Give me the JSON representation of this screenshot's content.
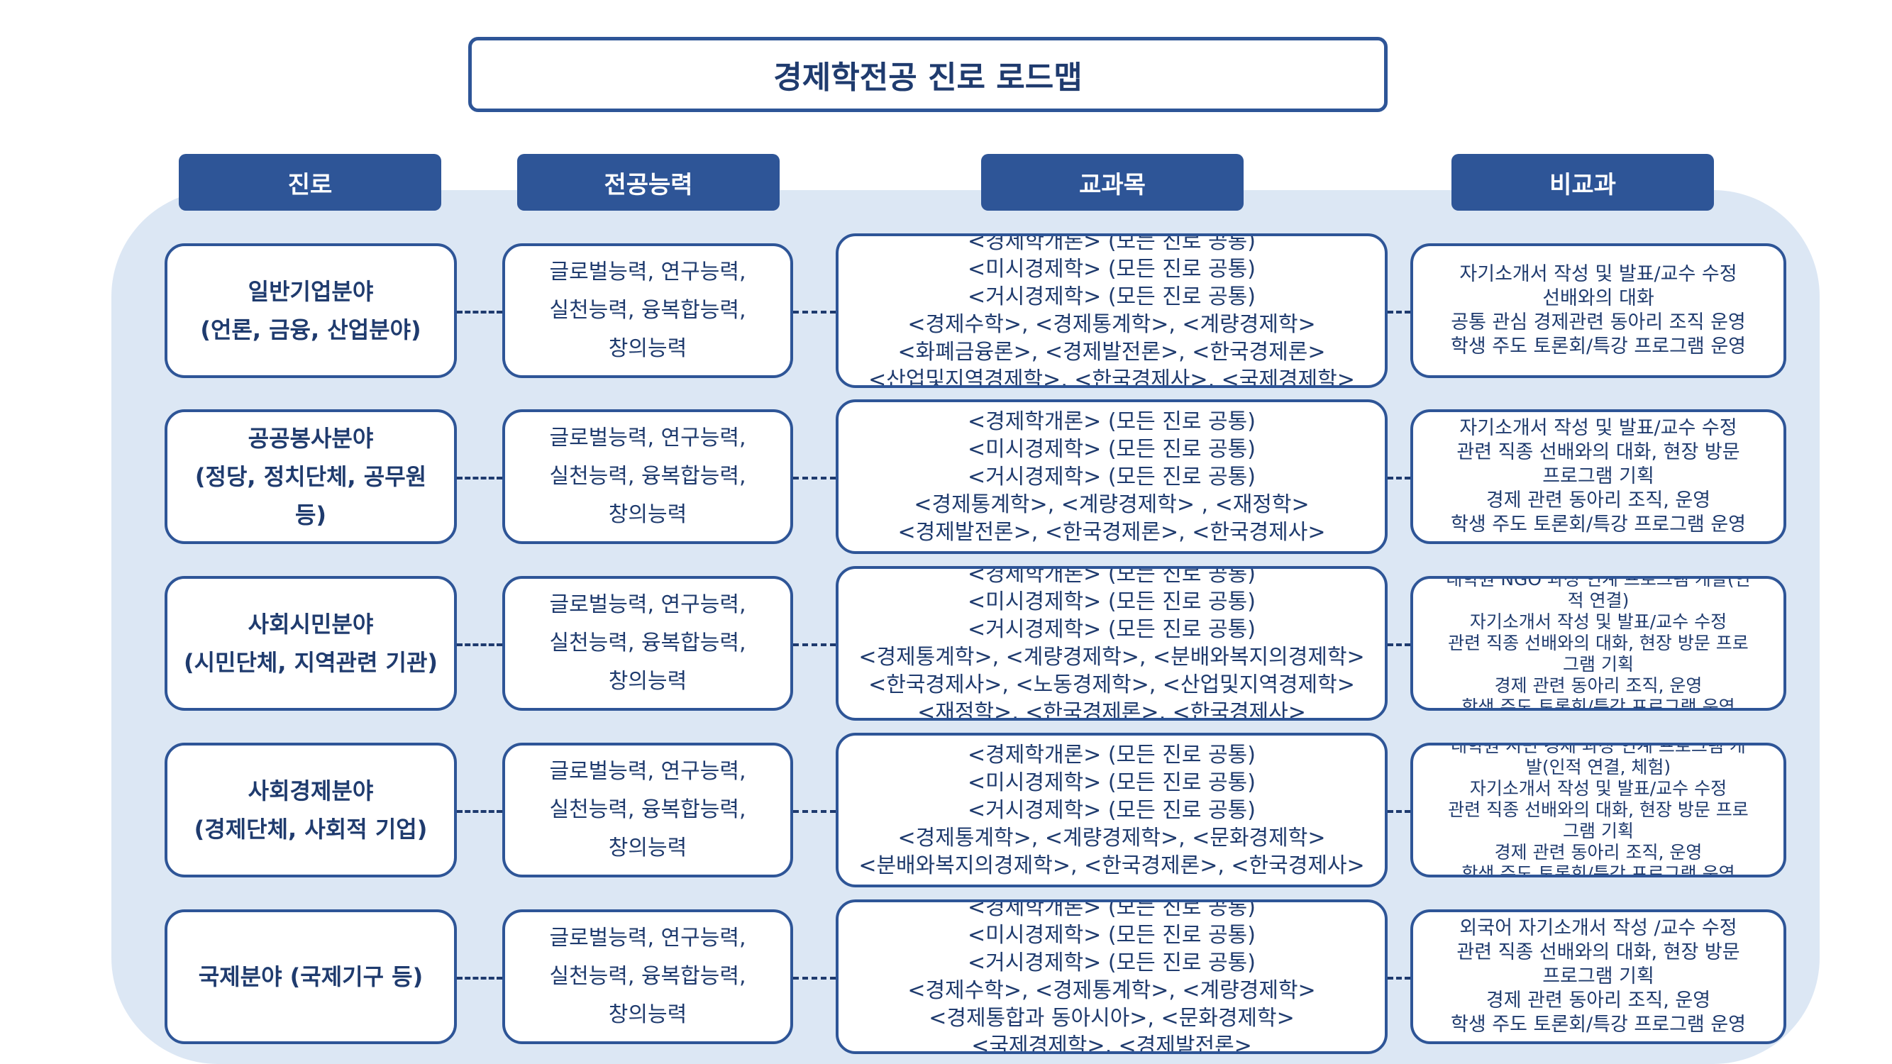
{
  "title": "경제학전공 진로 로드맵",
  "headers": [
    "진로",
    "전공능력",
    "교과목",
    "비교과"
  ],
  "colors": {
    "accent": "#2e5597",
    "panel": "#dce7f4",
    "text": "#1f3b6e"
  },
  "rows": [
    {
      "career": [
        "일반기업분야",
        "(언론, 금융, 산업분야)"
      ],
      "skills": [
        "글로벌능력, 연구능력,",
        "실천능력, 융복합능력,",
        "창의능력"
      ],
      "courses": [
        "<경제학개론> (모든 진로 공통)",
        "<미시경제학> (모든 진로 공통)",
        "<거시경제학> (모든 진로 공통)",
        "<경제수학>, <경제통계학>, <계량경제학>",
        "<화폐금융론>, <경제발전론>, <한국경제론>",
        "<산업및지역경제학>, <한국경제사>, <국제경제학>"
      ],
      "extra": [
        "자기소개서 작성 및 발표/교수 수정",
        "선배와의 대화",
        "공통 관심 경제관련 동아리 조직 운영",
        "학생 주도 토론회/특강 프로그램 운영"
      ]
    },
    {
      "career": [
        "공공봉사분야",
        "(정당, 정치단체, 공무원",
        "등)"
      ],
      "skills": [
        "글로벌능력, 연구능력,",
        "실천능력, 융복합능력,",
        "창의능력"
      ],
      "courses": [
        "<경제학개론> (모든 진로 공통)",
        "<미시경제학> (모든 진로 공통)",
        "<거시경제학> (모든 진로 공통)",
        "<경제통계학>, <계량경제학> , <재정학>",
        "<경제발전론>, <한국경제론>, <한국경제사>"
      ],
      "extra": [
        "자기소개서 작성 및 발표/교수 수정",
        "관련 직종 선배와의 대화, 현장 방문",
        "프로그램 기획",
        "경제 관련 동아리 조직, 운영",
        "학생 주도 토론회/특강 프로그램 운영"
      ]
    },
    {
      "career": [
        "사회시민분야",
        "(시민단체, 지역관련 기관)"
      ],
      "skills": [
        "글로벌능력, 연구능력,",
        "실천능력, 융복합능력,",
        "창의능력"
      ],
      "courses": [
        "<경제학개론> (모든 진로 공통)",
        "<미시경제학> (모든 진로 공통)",
        "<거시경제학> (모든 진로 공통)",
        "<경제통계학>, <계량경제학>, <분배와복지의경제학>",
        "<한국경제사>, <노동경제학>, <산업및지역경제학>",
        "<재정학>, <한국경제론>, <한국경제사>"
      ],
      "extra": [
        "대학원 NGO 과정 연계 프로그램 개발(인",
        "적 연결)",
        "자기소개서 작성 및 발표/교수 수정",
        "관련 직종 선배와의 대화, 현장 방문 프로",
        "그램 기획",
        "경제 관련 동아리 조직, 운영",
        "학생 주도 토론회/특강 프로그램 운영"
      ]
    },
    {
      "career": [
        "사회경제분야",
        "(경제단체, 사회적 기업)"
      ],
      "skills": [
        "글로벌능력, 연구능력,",
        "실천능력, 융복합능력,",
        "창의능력"
      ],
      "courses": [
        "<경제학개론> (모든 진로 공통)",
        "<미시경제학> (모든 진로 공통)",
        "<거시경제학> (모든 진로 공통)",
        "<경제통계학>, <계량경제학>, <문화경제학>",
        "<분배와복지의경제학>, <한국경제론>, <한국경제사>"
      ],
      "extra": [
        "대학원 시민 경제 과정 연계 프로그램 개",
        "발(인적 연결, 체험)",
        "자기소개서 작성 및 발표/교수 수정",
        "관련 직종 선배와의 대화, 현장 방문 프로",
        "그램 기획",
        "경제 관련 동아리 조직, 운영",
        "학생 주도 토론회/특강 프로그램 운영"
      ]
    },
    {
      "career": [
        "국제분야 (국제기구 등)"
      ],
      "skills": [
        "글로벌능력, 연구능력,",
        "실천능력, 융복합능력,",
        "창의능력"
      ],
      "courses": [
        "<경제학개론> (모든 진로 공통)",
        "<미시경제학> (모든 진로 공통)",
        "<거시경제학> (모든 진로 공통)",
        "<경제수학>, <경제통계학>, <계량경제학>",
        "<경제통합과 동아시아>, <문화경제학>",
        "<국제경제학>, <경제발전론>"
      ],
      "extra": [
        "외국어 자기소개서 작성 /교수 수정",
        "관련 직종 선배와의 대화, 현장 방문",
        "프로그램 기획",
        "경제 관련 동아리 조직, 운영",
        "학생 주도 토론회/특강 프로그램 운영"
      ]
    }
  ]
}
